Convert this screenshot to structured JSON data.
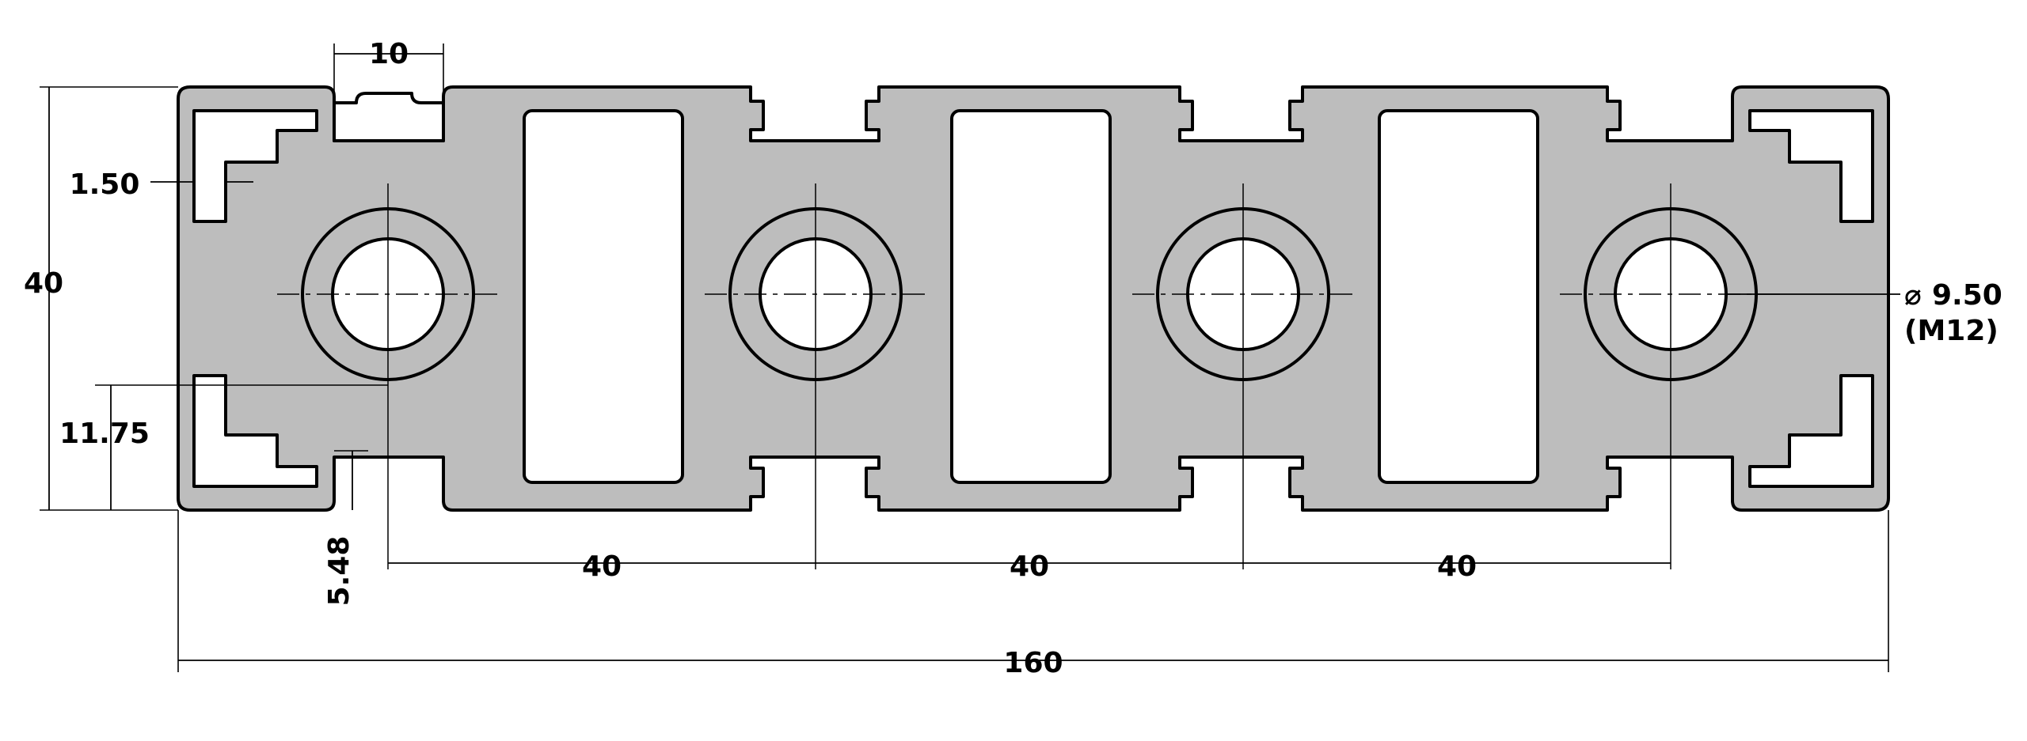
{
  "drawing": {
    "dimensions": {
      "slot_width": "10",
      "wall_thickness": "1.50",
      "height": "40",
      "slot_offset": "11.75",
      "slot_depth": "5.48",
      "pitch_1": "40",
      "pitch_2": "40",
      "pitch_3": "40",
      "overall_width": "160",
      "bore_diameter": "9.50",
      "thread": "(M12)"
    },
    "symbols": {
      "diameter": "⌀"
    },
    "colors": {
      "profile_fill": "#bdbdbd",
      "line": "#000000",
      "background": "#ffffff"
    }
  }
}
